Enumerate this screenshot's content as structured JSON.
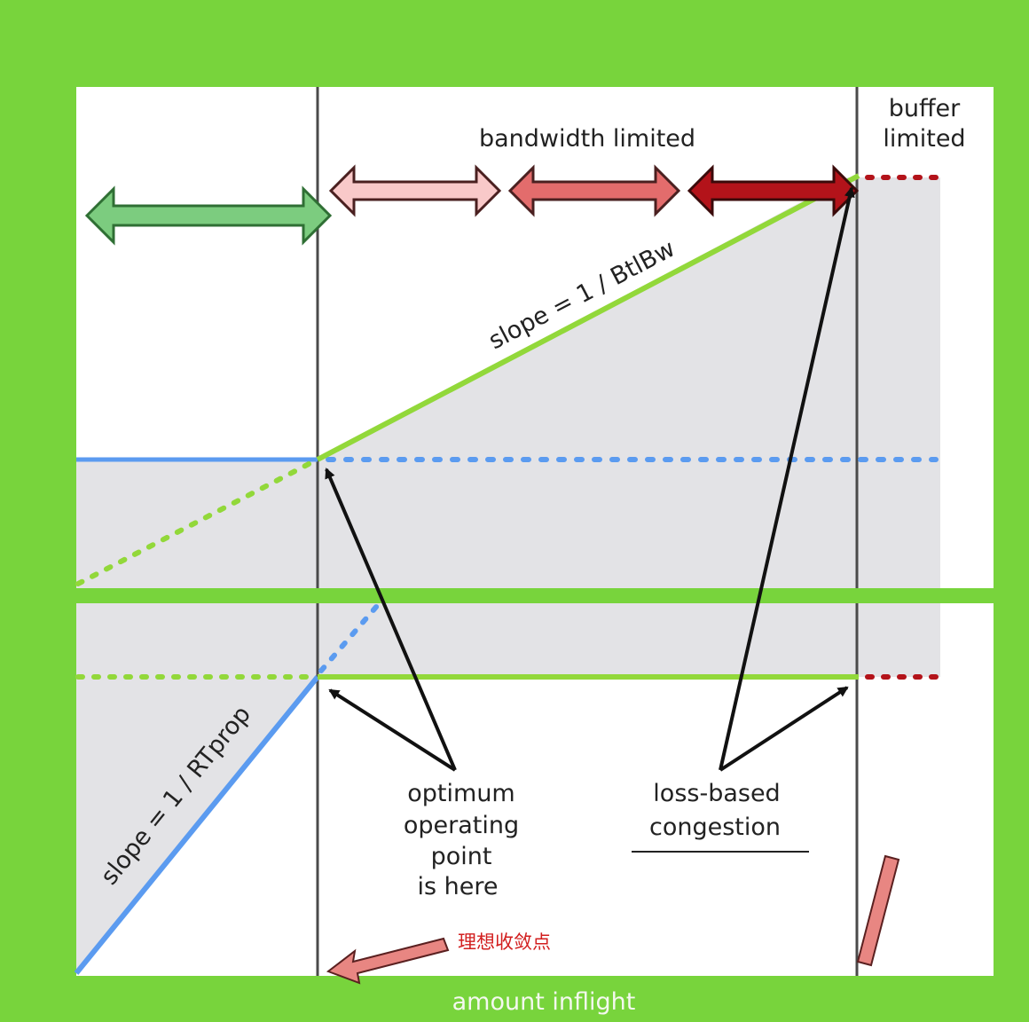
{
  "colors": {
    "background": "#78d43c",
    "panel": "#ffffff",
    "shade": "#e3e3e6",
    "divider": "#4a4a4a",
    "green_line": "#92d83a",
    "blue_line": "#5b9bf0",
    "dotted_red": "#b3131a",
    "arrow_light": "#f9c9c9",
    "arrow_mid": "#e36c6c",
    "arrow_dark": "#b3131a",
    "arrow_green": "#7ccc7f",
    "pink_pointer": "#e88682",
    "annotation_red": "#d21e1e",
    "caption": "#f4f8ef"
  },
  "labels": {
    "bandwidth_limited": "bandwidth limited",
    "buffer_limited_1": "buffer",
    "buffer_limited_2": "limited",
    "slope_btlbw": "slope = 1 / BtlBw",
    "slope_rtprop": "slope = 1 / RTprop",
    "optimum_1": "optimum",
    "optimum_2": "operating",
    "optimum_3": "point",
    "optimum_4": "is here",
    "loss_1": "loss-based",
    "loss_2": "congestion",
    "annotation_cn": "理想收敛点",
    "x_caption": "amount inflight"
  },
  "icons": {
    "double_arrow": "double-headed-arrow",
    "pointer_arrow": "pointer-arrow"
  }
}
